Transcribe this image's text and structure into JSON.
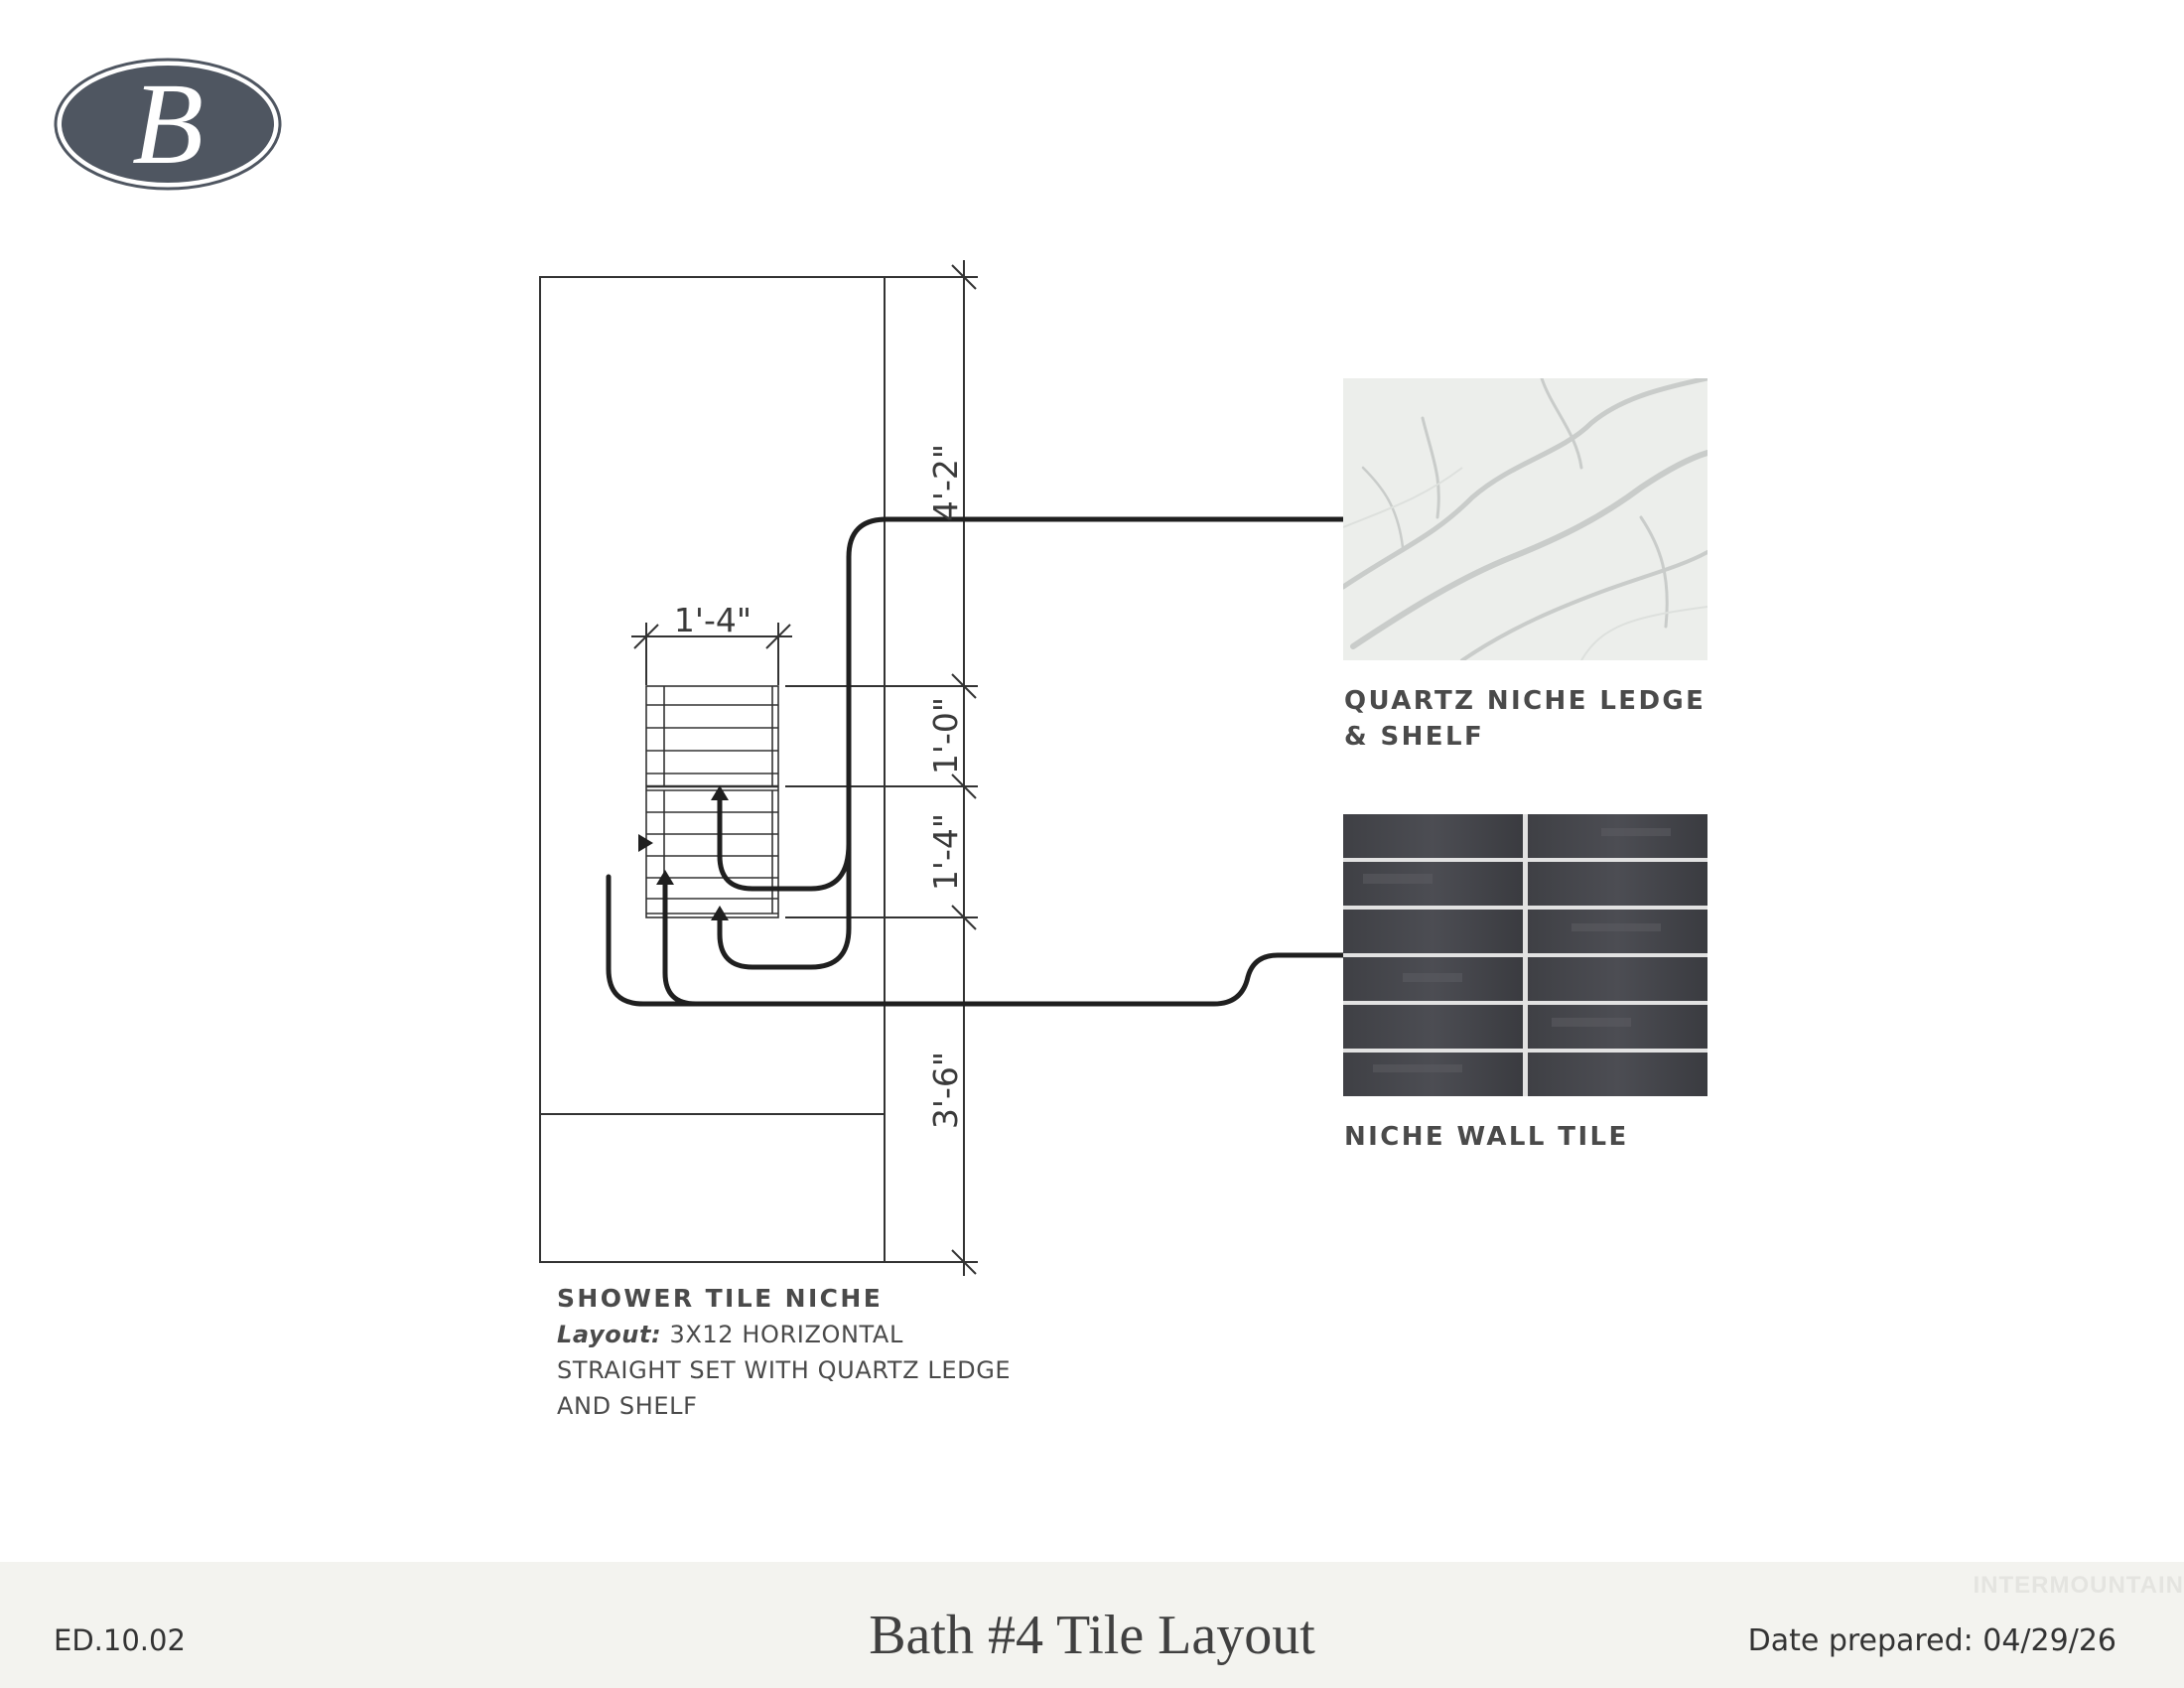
{
  "logo": {
    "letter": "B",
    "color": "#4f5661"
  },
  "dimensions": {
    "width_niche": "1'-4\"",
    "upper_wall": "4'-2\"",
    "niche_upper": "1'-0\"",
    "niche_lower": "1'-4\"",
    "lower_wall": "3'-6\""
  },
  "materials": [
    {
      "label": "QUARTZ NICHE LEDGE & SHELF",
      "swatch": "white quartz"
    },
    {
      "label": "NICHE WALL TILE",
      "swatch": "charcoal glossy subway tile"
    }
  ],
  "niche": {
    "title": "SHOWER TILE NICHE",
    "layout_label": "Layout:",
    "layout_text": "3X12 HORIZONTAL STRAIGHT SET WITH QUARTZ LEDGE AND SHELF"
  },
  "footer": {
    "code": "ED.10.02",
    "title": "Bath #4 Tile Layout",
    "date": "Date prepared: 04/29/26",
    "watermark": "INTERMOUNTAIN"
  },
  "colors": {
    "line": "#333333",
    "leader": "#1f1f1f",
    "tile_dark": "#3e3f44",
    "quartz": "#eceeeb",
    "footer_bg": "#f3f3ef"
  }
}
